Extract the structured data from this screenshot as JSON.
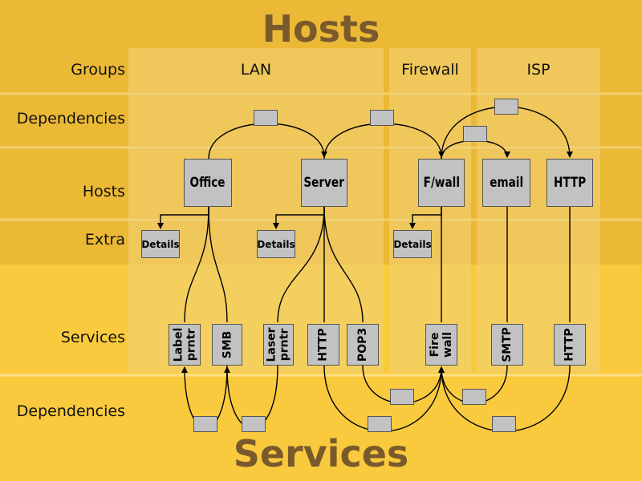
{
  "titles": {
    "top": "Hosts",
    "bottom": "Services"
  },
  "rows": {
    "groups": "Groups",
    "dependencies_top": "Dependencies",
    "hosts": "Hosts",
    "extra": "Extra",
    "services": "Services",
    "dependencies_bottom": "Dependencies"
  },
  "groups": [
    "LAN",
    "Firewall",
    "ISP"
  ],
  "hosts": {
    "office": "Office",
    "server": "Server",
    "firewall": "F/wall",
    "email": "email",
    "http": "HTTP"
  },
  "details": {
    "label": "Details"
  },
  "services": {
    "label_printer": "Label\nprntr",
    "smb": "SMB",
    "laser_printer": "Laser\nprntr",
    "http_server": "HTTP",
    "pop3": "POP3",
    "firewall": "Fire\nwall",
    "smtp": "SMTP",
    "http_isp": "HTTP"
  },
  "colors": {
    "upper_band": "#ebb935",
    "lower_band": "#f9ca3d",
    "zone": "#f3d37a",
    "box": "#c2c2c2",
    "title": "#7a5a2c"
  }
}
